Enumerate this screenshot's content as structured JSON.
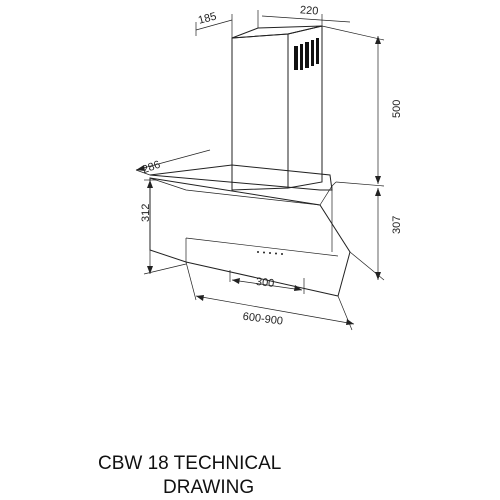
{
  "dimensions": {
    "chimney_depth": "185",
    "chimney_width": "220",
    "chimney_height": "500",
    "hood_depth": "286",
    "glass_height": "312",
    "hood_height": "307",
    "outlet_width": "300",
    "hood_width": "600-900"
  },
  "title": {
    "line1": "CBW 18 TECHNICAL",
    "line2": "DRAWING"
  }
}
